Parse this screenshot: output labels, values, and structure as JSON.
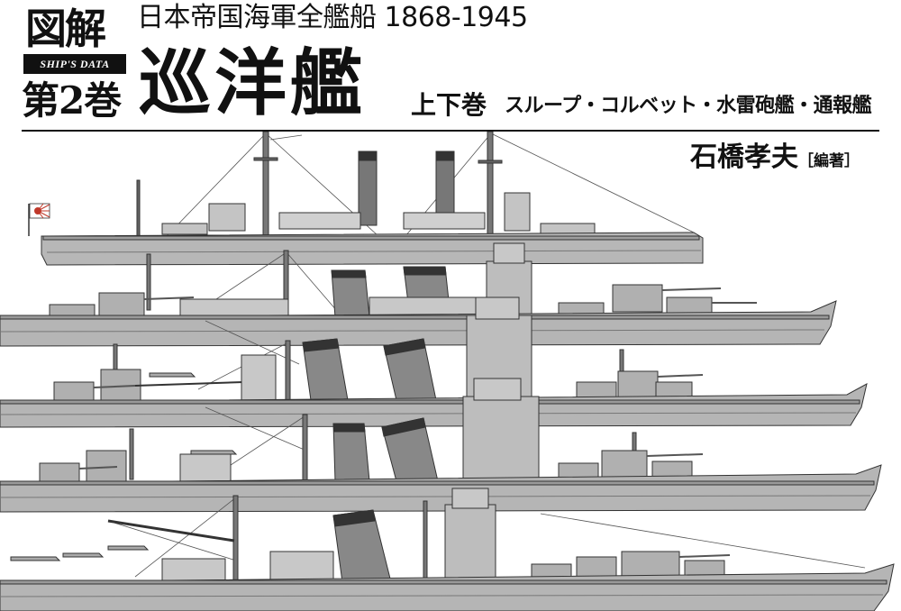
{
  "cover": {
    "badge_kanji": "図解",
    "badge_strip": "SHIP'S DATA",
    "volume": "第2巻",
    "series_title": "日本帝国海軍全艦船 1868-1945",
    "main_title": "巡洋艦",
    "sub_volume": "上下巻",
    "subtitle": "スループ・コルベット・水雷砲艦・通報艦",
    "author": "石橋孝夫",
    "author_role": "［編著］"
  },
  "illustration": {
    "ships": [
      {
        "name": "protected-cruiser",
        "hull_color": "#b7b7b7",
        "deck_color": "#9e9e9e"
      },
      {
        "name": "light-cruiser",
        "hull_color": "#b5b5b5",
        "deck_color": "#9a9a9a"
      },
      {
        "name": "heavy-cruiser-a",
        "hull_color": "#b5b5b5",
        "deck_color": "#9a9a9a"
      },
      {
        "name": "heavy-cruiser-b",
        "hull_color": "#b5b5b5",
        "deck_color": "#9a9a9a"
      },
      {
        "name": "heavy-cruiser-c",
        "hull_color": "#b5b5b5",
        "deck_color": "#9a9a9a"
      }
    ],
    "line_color": "#333333",
    "flag": {
      "field": "#ffffff",
      "sun": "#c0392b"
    }
  }
}
